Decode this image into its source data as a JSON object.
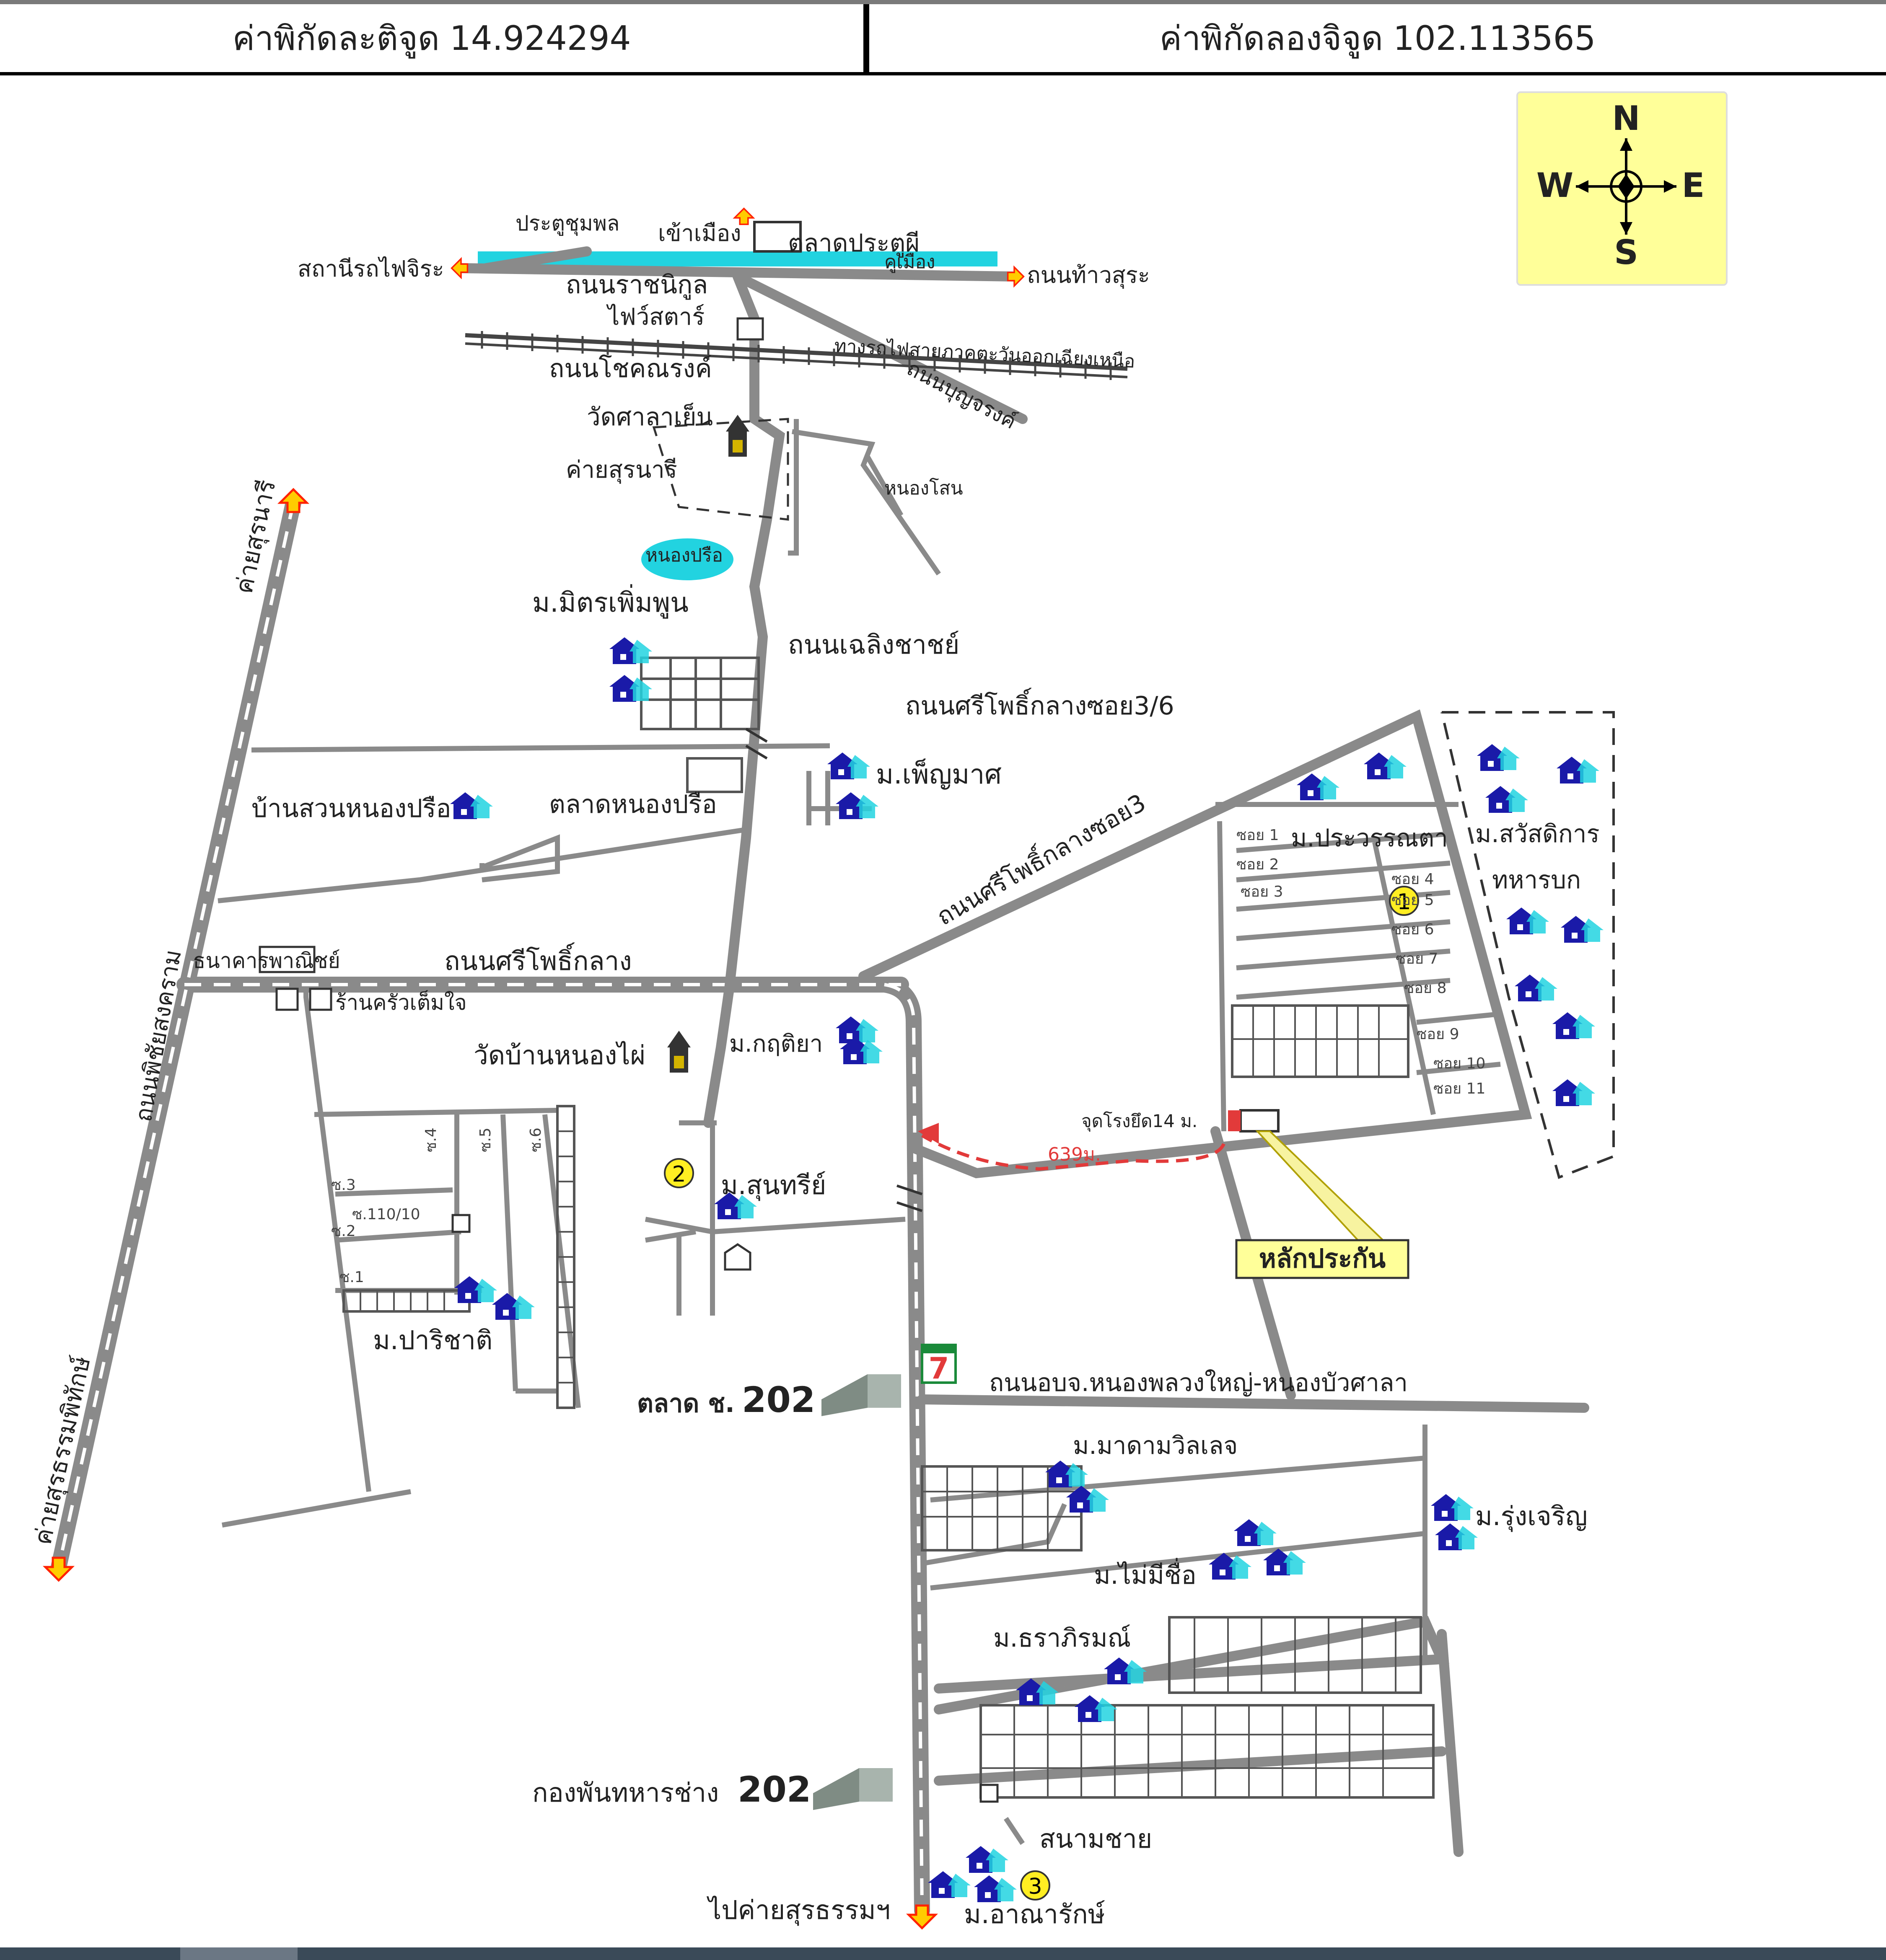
{
  "header": {
    "lat_label": "ค่าพิกัดละติจูด",
    "lat_value": "14.924294",
    "lng_label": "ค่าพิกัดลองจิจูด",
    "lng_value": "102.113565"
  },
  "compass": {
    "n": "N",
    "s": "S",
    "e": "E",
    "w": "W"
  },
  "labels": {
    "pratu_chumphon": "ประตูชุมพล",
    "khao_mueang": "เข้าเมือง",
    "talat_pratu_phi": "ตลาดประตูผี",
    "si_mueang": "คูเมือง",
    "sathani_rotfai": "สถานีรถไฟจิระ",
    "thanon_thao_surat": "ถนนท้าวสุระ",
    "thanon_ratchanikun": "ถนนราชนิกูล",
    "fai_sathan": "ไฟว์สตาร์",
    "rail_ne": "ทางรถไฟสายภาคตะวันออกเฉียงเหนือ",
    "thanon_chainarong": "ถนนโชคณรงค์",
    "thanon_phibun": "ถนนบุญจรงค์",
    "wat_sala_yen": "วัดศาลาเย็น",
    "khai_suranari": "ค่ายสุรนารี",
    "nong_sano": "หนองโสน",
    "nong_prue": "หนองปรือ",
    "mu_mit_phoem_phun": "ม.มิตรเพิ่มพูน",
    "thanon_choeng_chai": "ถนนเฉลิงชาชย์",
    "khai_suranari_road": "ค่ายสุรนารี",
    "ban_suan_nong_prue": "บ้านสวนหนองปรือ",
    "talat_nong_prue": "ตลาดหนองปรือ",
    "mu_phen_mat": "ม.เพ็ญมาศ",
    "thanon_si_pho_soi36": "ถนนศรีโพธิ์กลางซอย3/6",
    "thanon_si_pho_soi3": "ถนนศรีโพธิ์กลางซอย3",
    "mu_prasitchan": "ม.ประวรรณตา",
    "mu_sawatdikan": "ม.สวัสดิการ",
    "thahan_bok": "ทหารบก",
    "thanakhan_phanit": "ธนาคารพาณิชย์",
    "thanon_si_pho_klang": "ถนนศรีโพธิ์กลาง",
    "ran_khrua": "ร้านครัวเต็มใจ",
    "thanon_phichai_songkhram": "ถนนพิชัยสงคราม",
    "wat_ban_nong_phai": "วัดบ้านหนองไผ่",
    "mu_kritiya": "ม.กฤติยา",
    "mu_sunthari": "ม.สุนทรีย์",
    "jut_yut": "จุดโรงยึด14 ม.",
    "dist": "639ม.",
    "lak_prakan": "หลักประกัน",
    "mu_parichat": "ม.ปาริชาติ",
    "talat_202_label": "ตลาด ช.",
    "talat_202_num": "202",
    "thanon_orbo": "ถนนอบจ.หนองพลวงใหญ่-หนองบัวศาลา",
    "mu_madam": "ม.มาดามวิลเลจ",
    "mu_rung_charoen": "ม.รุ่งเจริญ",
    "mu_mai_mi_chue": "ม.ไม่มีชื่อ",
    "mu_tharaphirom": "ม.ธราภิรมณ์",
    "kong_phan_label": "กองพันทหารช่าง",
    "kong_phan_num": "202",
    "sanam_chai": "สนามชาย",
    "pai_khai": "ไปค่ายสุรธรรมฯ",
    "mu_anarak": "ม.อาณารักษ์",
    "khai_suranari_left": "ค่ายสุรนารี",
    "khai_surathamphithak": "ค่ายสุรธรรมพิทักษ์",
    "seven_eleven": "7"
  },
  "soi_right": [
    "ซอย 1",
    "ซอย 2",
    "ซอย 3",
    "ซอย 4",
    "ซอย 5",
    "ซอย 6",
    "ซอย 7",
    "ซอย 8",
    "ซอย 9",
    "ซอย 10",
    "ซอย 11"
  ],
  "soi_left": [
    "ซ.3",
    "ซ.110/10",
    "ซ.2",
    "ซ.1",
    "ซ.4",
    "ซ.5",
    "ซ.6"
  ],
  "markers": [
    "1",
    "2",
    "3"
  ],
  "colors": {
    "road": "#8a8a8a",
    "water": "#22d3e0",
    "house": "#1a1aa8",
    "marker_fill": "#ffee22",
    "arrow_fill": "#ffcc00",
    "arrow_stroke": "#ff2200",
    "route": "#e23a3a",
    "compass_bg": "#ffff99"
  }
}
